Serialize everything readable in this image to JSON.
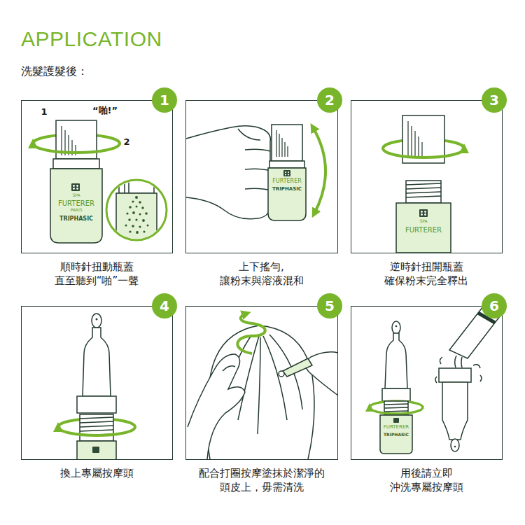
{
  "diagram": {
    "title": "APPLICATION",
    "nodes": [
      {
        "text": [
          "1",
          "順時針扭動瓶蓋 直至聽到“啪”一聲"
        ]
      },
      {
        "text": [
          "2",
          "上下搖勻, 讓粉末與溶液混和"
        ]
      },
      {
        "text": [
          "3",
          "逆時針扭開瓶蓋 確保粉末完全釋出"
        ]
      },
      {
        "text": [
          "4",
          "換上專屬按摩頭"
        ]
      },
      {
        "text": [
          "5",
          "配合打圈按摩塗抹於潔淨的 頭皮上，毋需清洗"
        ]
      },
      {
        "text": [
          "6",
          "用後請立即 沖洗專屬按摩頭"
        ]
      }
    ],
    "labels": [
      "洗髮護髮後：",
      "1",
      "“啪!”",
      "2",
      "SPA",
      "FURTERER",
      "PARIS",
      "TRIPHASIC",
      "FURTERER",
      "TRIPHASIC",
      "SPA",
      "FURTERER",
      "FURTERER",
      "TRIPHASIC"
    ]
  }
}
